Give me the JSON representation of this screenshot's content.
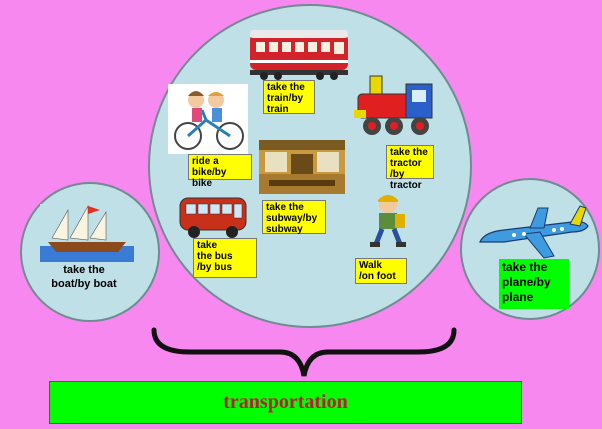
{
  "labels": {
    "train": "take the\ntrain/by\ntrain",
    "bike": "ride a\nbike/by bike",
    "tractor": "take the\ntractor\n/by tractor",
    "subway": "take the\nsubway/by\nsubway",
    "bus": "take\nthe bus\n/by bus",
    "walk": "Walk\n/on foot",
    "boat": "take the\nboat/by boat",
    "plane": "take the\nplane/by\nplane"
  },
  "title": "transportation",
  "colors": {
    "background": "#f688f0",
    "circle": "#bfe0e6",
    "label_yellow": "#ffff00",
    "label_green": "#00ff00",
    "title_bar": "#00ff00",
    "title_text": "#c0193a"
  },
  "icons": [
    "train-icon",
    "bike-icon",
    "steam-train-icon",
    "subway-icon",
    "bus-icon",
    "walking-child-icon",
    "sailboat-icon",
    "airplane-icon"
  ]
}
